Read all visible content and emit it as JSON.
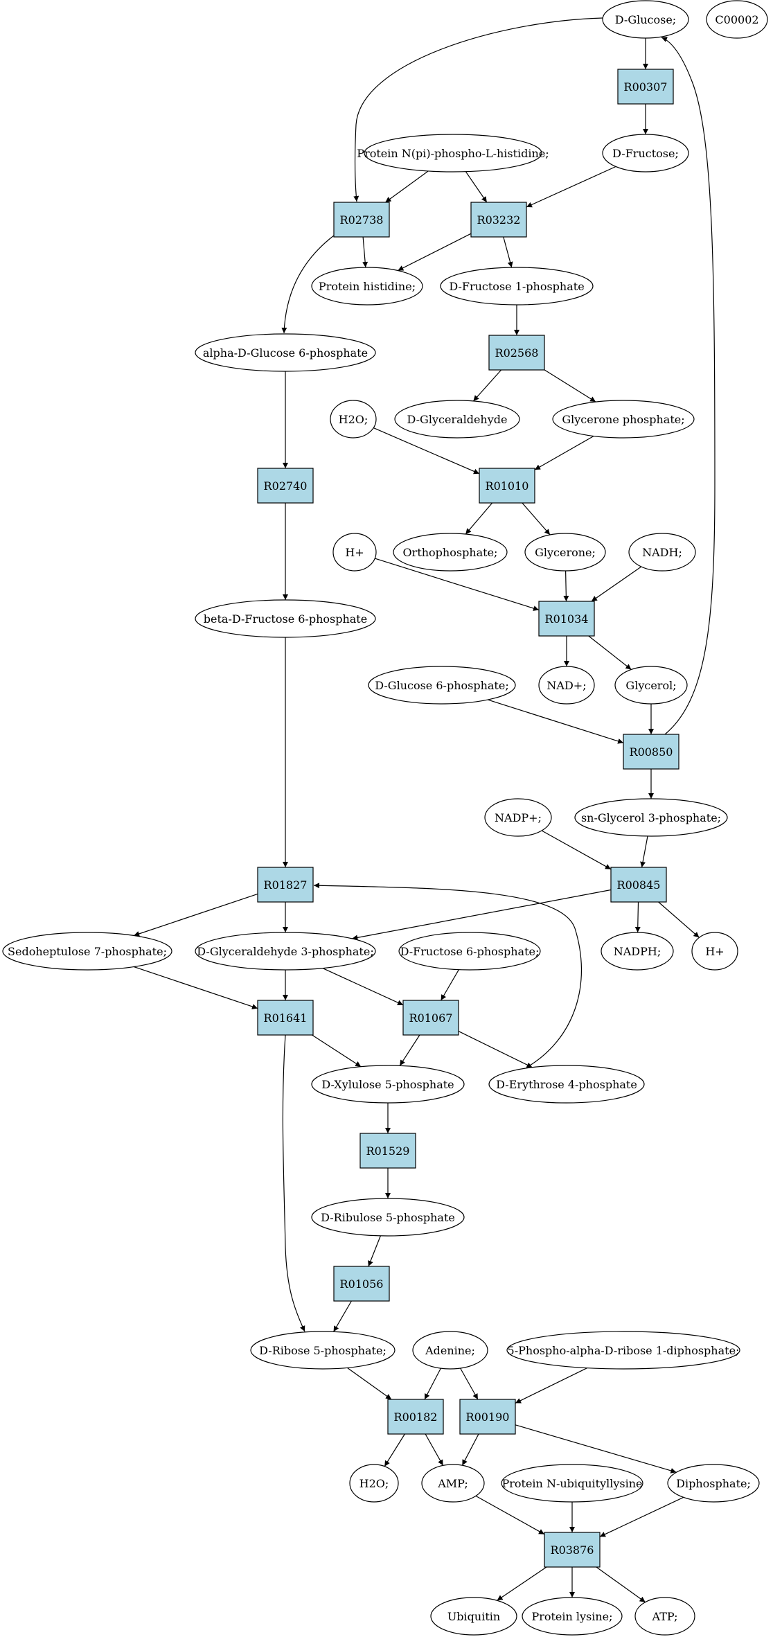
{
  "compounds": {
    "d_glucose": {
      "label": "D-Glucose;",
      "fill": "#00e000"
    },
    "c00002": {
      "label": "C00002",
      "fill": "#ffff00"
    },
    "d_fructose": {
      "label": "D-Fructose;"
    },
    "protein_n_pi": {
      "label": "Protein N(pi)-phospho-L-histidine;"
    },
    "protein_histidine": {
      "label": "Protein histidine;"
    },
    "d_fructose_1p": {
      "label": "D-Fructose 1-phosphate"
    },
    "alpha_glc_6p": {
      "label": "alpha-D-Glucose 6-phosphate"
    },
    "h2o_top": {
      "label": "H2O;"
    },
    "d_glyceraldehyde": {
      "label": "D-Glyceraldehyde"
    },
    "glycerone_p": {
      "label": "Glycerone phosphate;"
    },
    "orthophosphate": {
      "label": "Orthophosphate;"
    },
    "glycerone": {
      "label": "Glycerone;"
    },
    "h_plus_top": {
      "label": "H+"
    },
    "nadh": {
      "label": "NADH;"
    },
    "beta_fru_6p": {
      "label": "beta-D-Fructose 6-phosphate"
    },
    "nad_plus": {
      "label": "NAD+;"
    },
    "glycerol": {
      "label": "Glycerol;"
    },
    "d_glc_6p": {
      "label": "D-Glucose 6-phosphate;"
    },
    "nadp_plus": {
      "label": "NADP+;"
    },
    "sn_glycerol_3p": {
      "label": "sn-Glycerol 3-phosphate;"
    },
    "sedoheptulose_7p": {
      "label": "Sedoheptulose 7-phosphate;"
    },
    "d_gap": {
      "label": "D-Glyceraldehyde 3-phosphate;"
    },
    "d_fru_6p": {
      "label": "D-Fructose 6-phosphate;"
    },
    "nadph": {
      "label": "NADPH;"
    },
    "h_plus_bottom": {
      "label": "H+"
    },
    "d_xylulose_5p": {
      "label": "D-Xylulose 5-phosphate"
    },
    "d_erythrose_4p": {
      "label": "D-Erythrose 4-phosphate"
    },
    "d_ribulose_5p": {
      "label": "D-Ribulose 5-phosphate"
    },
    "d_ribose_5p": {
      "label": "D-Ribose 5-phosphate;"
    },
    "adenine": {
      "label": "Adenine;"
    },
    "prpp": {
      "label": "5-Phospho-alpha-D-ribose 1-diphosphate;"
    },
    "h2o_bottom": {
      "label": "H2O;"
    },
    "amp": {
      "label": "AMP;"
    },
    "protein_n_ubiq": {
      "label": "Protein N-ubiquityllysine"
    },
    "diphosphate": {
      "label": "Diphosphate;"
    },
    "ubiquitin": {
      "label": "Ubiquitin"
    },
    "protein_lysine": {
      "label": "Protein lysine;"
    },
    "atp": {
      "label": "ATP;"
    }
  },
  "reactions": {
    "r00307": {
      "label": "R00307"
    },
    "r02738": {
      "label": "R02738"
    },
    "r03232": {
      "label": "R03232"
    },
    "r02568": {
      "label": "R02568"
    },
    "r02740": {
      "label": "R02740"
    },
    "r01010": {
      "label": "R01010"
    },
    "r01034": {
      "label": "R01034"
    },
    "r00850": {
      "label": "R00850"
    },
    "r01827": {
      "label": "R01827"
    },
    "r00845": {
      "label": "R00845"
    },
    "r01641": {
      "label": "R01641"
    },
    "r01067": {
      "label": "R01067"
    },
    "r01529": {
      "label": "R01529"
    },
    "r01056": {
      "label": "R01056"
    },
    "r00182": {
      "label": "R00182"
    },
    "r00190": {
      "label": "R00190"
    },
    "r03876": {
      "label": "R03876"
    }
  },
  "edges": [
    {
      "from": "d_glucose",
      "to": "r00307"
    },
    {
      "from": "d_glucose",
      "to": "r02738"
    },
    {
      "from": "r00307",
      "to": "d_fructose"
    },
    {
      "from": "protein_n_pi",
      "to": "r02738"
    },
    {
      "from": "protein_n_pi",
      "to": "r03232"
    },
    {
      "from": "d_fructose",
      "to": "r03232"
    },
    {
      "from": "r02738",
      "to": "protein_histidine"
    },
    {
      "from": "r02738",
      "to": "alpha_glc_6p"
    },
    {
      "from": "r03232",
      "to": "protein_histidine"
    },
    {
      "from": "r03232",
      "to": "d_fructose_1p"
    },
    {
      "from": "d_fructose_1p",
      "to": "r02568"
    },
    {
      "from": "r02568",
      "to": "d_glyceraldehyde"
    },
    {
      "from": "r02568",
      "to": "glycerone_p"
    },
    {
      "from": "alpha_glc_6p",
      "to": "r02740"
    },
    {
      "from": "h2o_top",
      "to": "r01010"
    },
    {
      "from": "glycerone_p",
      "to": "r01010"
    },
    {
      "from": "r01010",
      "to": "orthophosphate"
    },
    {
      "from": "r01010",
      "to": "glycerone"
    },
    {
      "from": "r02740",
      "to": "beta_fru_6p"
    },
    {
      "from": "h_plus_top",
      "to": "r01034"
    },
    {
      "from": "glycerone",
      "to": "r01034"
    },
    {
      "from": "nadh",
      "to": "r01034"
    },
    {
      "from": "r01034",
      "to": "nad_plus"
    },
    {
      "from": "r01034",
      "to": "glycerol"
    },
    {
      "from": "d_glc_6p",
      "to": "r00850"
    },
    {
      "from": "glycerol",
      "to": "r00850"
    },
    {
      "from": "r00850",
      "to": "d_glucose"
    },
    {
      "from": "r00850",
      "to": "sn_glycerol_3p"
    },
    {
      "from": "nadp_plus",
      "to": "r00845"
    },
    {
      "from": "sn_glycerol_3p",
      "to": "r00845"
    },
    {
      "from": "beta_fru_6p",
      "to": "r01827"
    },
    {
      "from": "d_erythrose_4p",
      "to": "r01827"
    },
    {
      "from": "r01827",
      "to": "sedoheptulose_7p"
    },
    {
      "from": "r01827",
      "to": "d_gap"
    },
    {
      "from": "r00845",
      "to": "d_gap"
    },
    {
      "from": "r00845",
      "to": "nadph"
    },
    {
      "from": "r00845",
      "to": "h_plus_bottom"
    },
    {
      "from": "sedoheptulose_7p",
      "to": "r01641"
    },
    {
      "from": "d_gap",
      "to": "r01641"
    },
    {
      "from": "d_gap",
      "to": "r01067"
    },
    {
      "from": "d_fru_6p",
      "to": "r01067"
    },
    {
      "from": "r01641",
      "to": "d_xylulose_5p"
    },
    {
      "from": "r01641",
      "to": "d_ribose_5p"
    },
    {
      "from": "r01067",
      "to": "d_xylulose_5p"
    },
    {
      "from": "r01067",
      "to": "d_erythrose_4p"
    },
    {
      "from": "d_xylulose_5p",
      "to": "r01529"
    },
    {
      "from": "r01529",
      "to": "d_ribulose_5p"
    },
    {
      "from": "d_ribulose_5p",
      "to": "r01056"
    },
    {
      "from": "r01056",
      "to": "d_ribose_5p"
    },
    {
      "from": "d_ribose_5p",
      "to": "r00182"
    },
    {
      "from": "adenine",
      "to": "r00182"
    },
    {
      "from": "adenine",
      "to": "r00190"
    },
    {
      "from": "prpp",
      "to": "r00190"
    },
    {
      "from": "r00182",
      "to": "h2o_bottom"
    },
    {
      "from": "r00182",
      "to": "amp"
    },
    {
      "from": "r00190",
      "to": "amp"
    },
    {
      "from": "r00190",
      "to": "diphosphate"
    },
    {
      "from": "amp",
      "to": "r03876"
    },
    {
      "from": "protein_n_ubiq",
      "to": "r03876"
    },
    {
      "from": "diphosphate",
      "to": "r03876"
    },
    {
      "from": "r03876",
      "to": "ubiquitin"
    },
    {
      "from": "r03876",
      "to": "protein_lysine"
    },
    {
      "from": "r03876",
      "to": "atp"
    }
  ]
}
